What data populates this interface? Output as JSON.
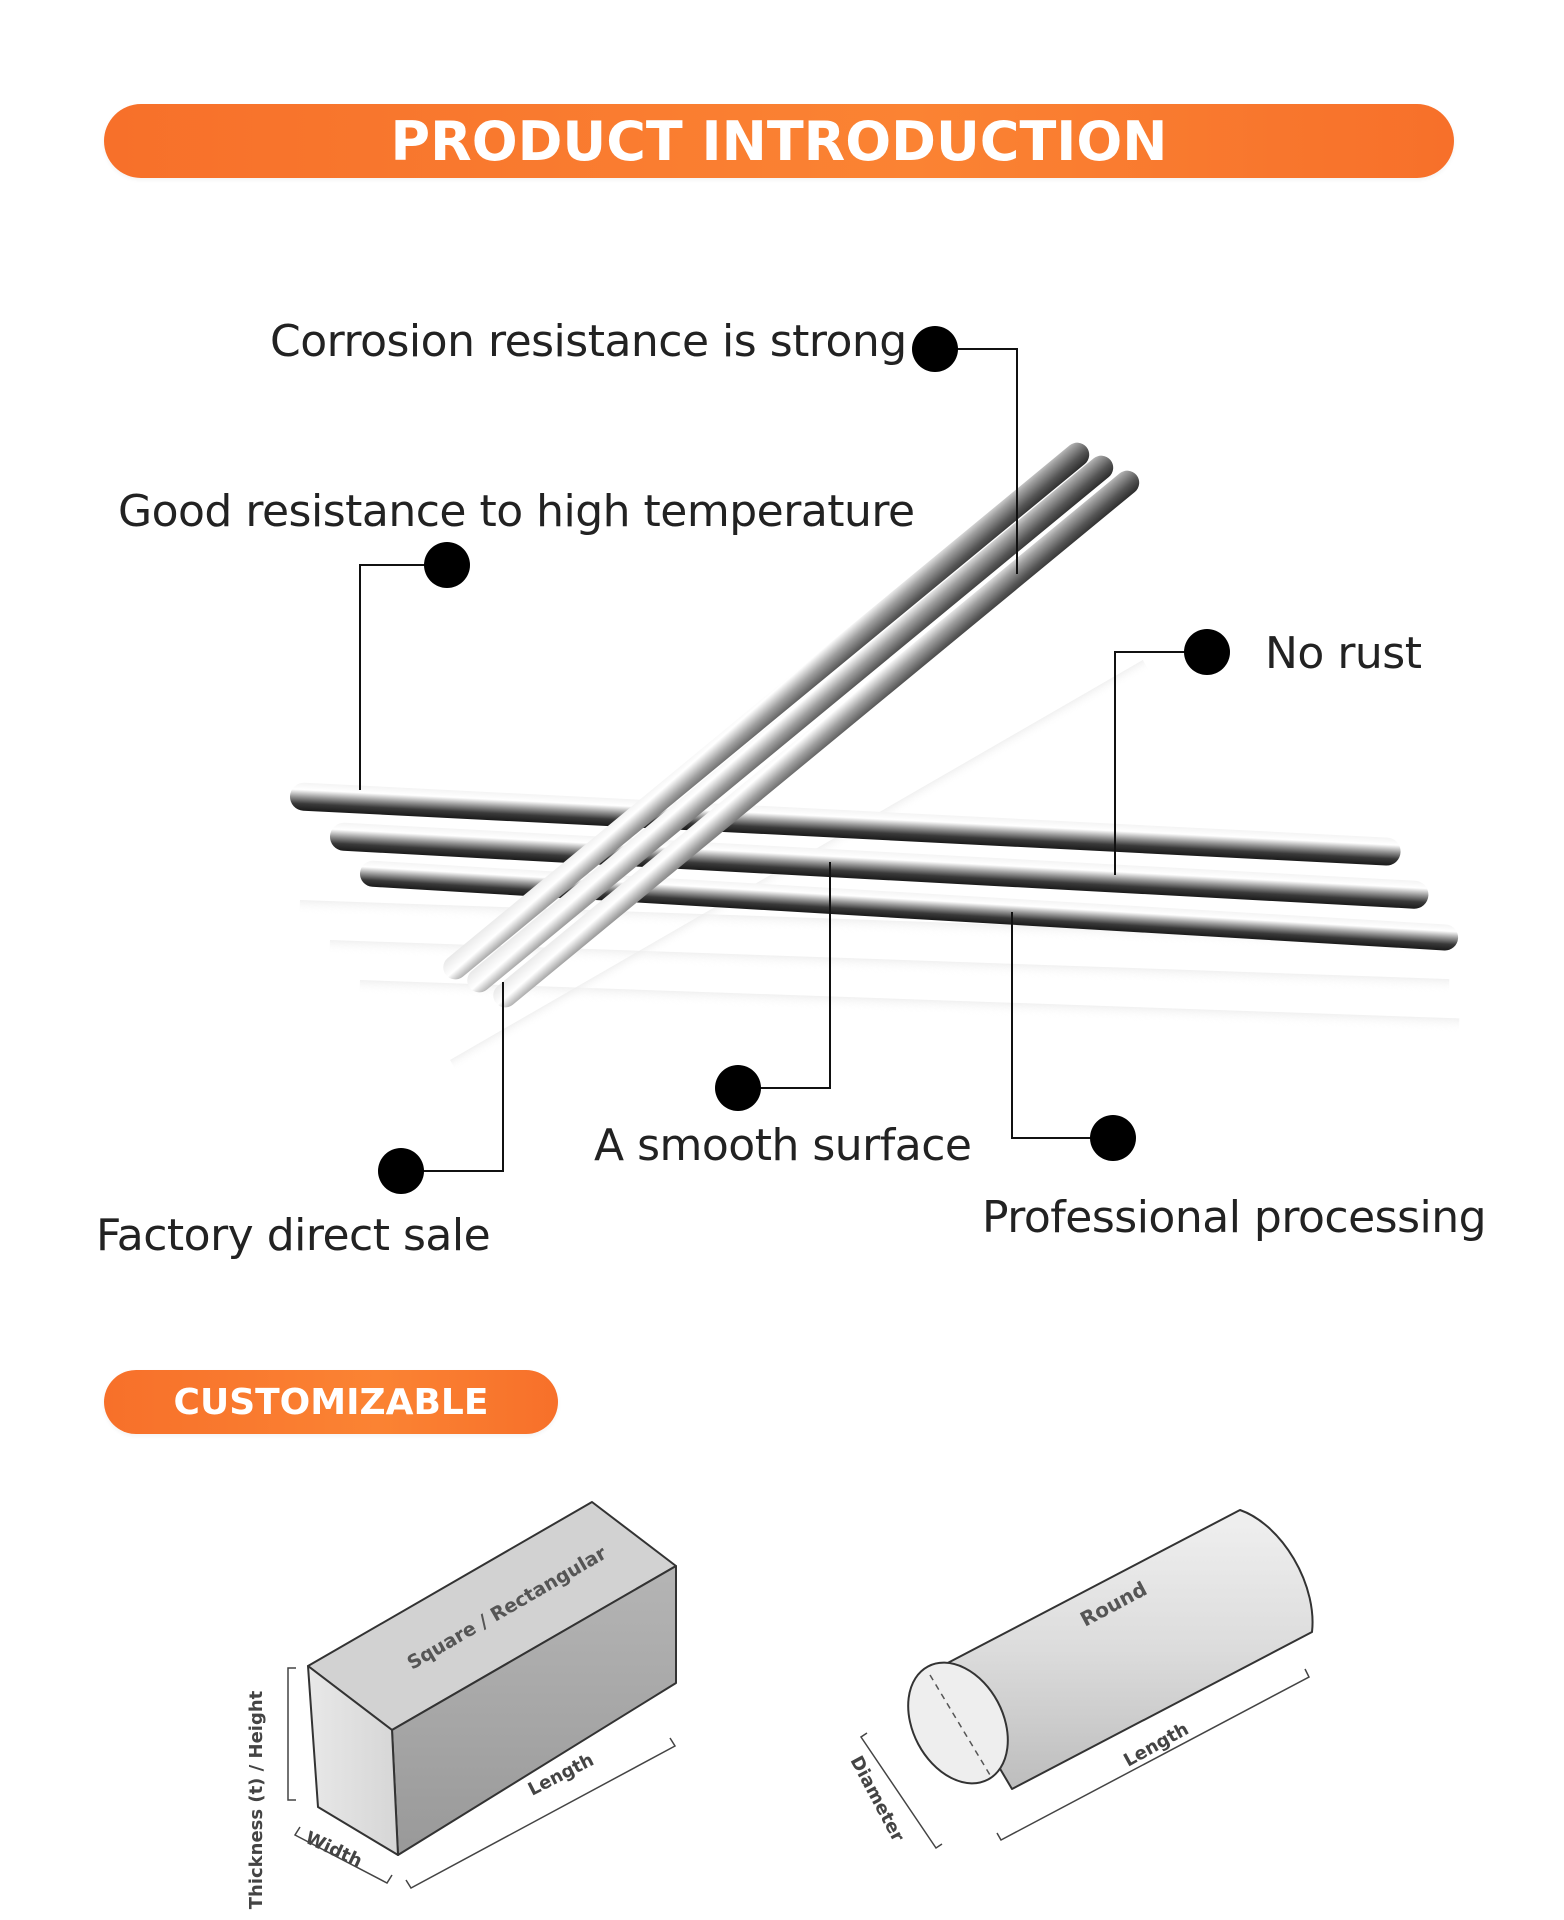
{
  "headers": {
    "intro": "PRODUCT INTRODUCTION",
    "custom": "CUSTOMIZABLE"
  },
  "features": {
    "corrosion": "Corrosion resistance is strong",
    "temperature": "Good resistance to high temperature",
    "no_rust": "No rust",
    "smooth": "A smooth surface",
    "factory": "Factory direct sale",
    "professional": "Professional processing"
  },
  "shapes": {
    "square": {
      "name": "Square / Rectangular",
      "thickness": "Thickness (t) / Height",
      "width": "Width",
      "length": "Length"
    },
    "round": {
      "name": "Round",
      "diameter": "Diameter",
      "length": "Length"
    }
  },
  "colors": {
    "accent": "#f7702a",
    "text": "#222222"
  }
}
